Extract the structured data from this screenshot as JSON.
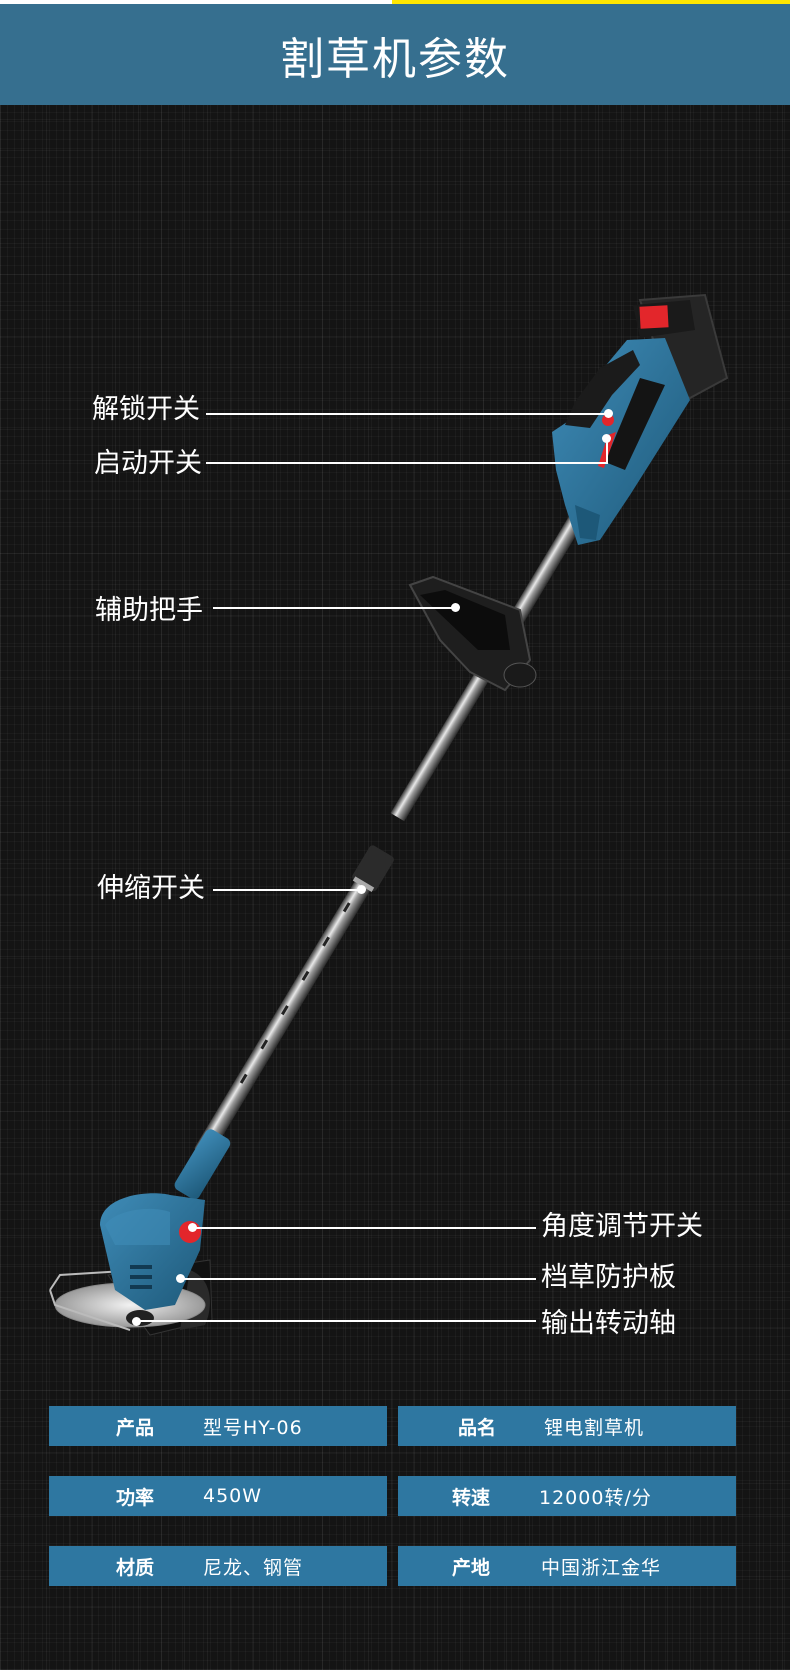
{
  "colors": {
    "header_bg": "#366f8f",
    "strip_white": "#ffffff",
    "strip_yellow": "#ffe500",
    "spec_bg": "#2e77a1",
    "tool_blue": "#2a6f95",
    "accent_red": "#e3262b",
    "background": "#141414"
  },
  "header": {
    "title": "割草机参数"
  },
  "callouts": [
    {
      "label": "解锁开关"
    },
    {
      "label": "启动开关"
    },
    {
      "label": "辅助把手"
    },
    {
      "label": "伸缩开关"
    },
    {
      "label": "角度调节开关"
    },
    {
      "label": "档草防护板"
    },
    {
      "label": "输出转动轴"
    }
  ],
  "specs": [
    {
      "key": "产品",
      "value": "型号HY-06"
    },
    {
      "key": "品名",
      "value": "锂电割草机"
    },
    {
      "key": "功率",
      "value": "450W"
    },
    {
      "key": "转速",
      "value": "12000转/分"
    },
    {
      "key": "材质",
      "value": "尼龙、钢管"
    },
    {
      "key": "产地",
      "value": "中国浙江金华"
    }
  ]
}
